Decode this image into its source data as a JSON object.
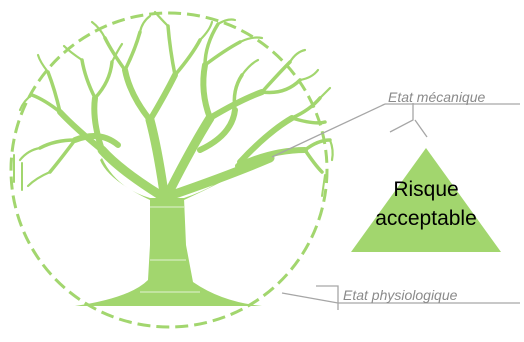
{
  "labels": {
    "etat_mecanique": "Etat mécanique",
    "etat_physiologique": "Etat physiologique"
  },
  "triangle": {
    "line1": "Risque",
    "line2": "acceptable"
  },
  "colors": {
    "tree_green": "#a2d66e",
    "leader_line": "#a6a6a6",
    "label_text": "#8a8a8a",
    "risk_text": "#000000"
  }
}
